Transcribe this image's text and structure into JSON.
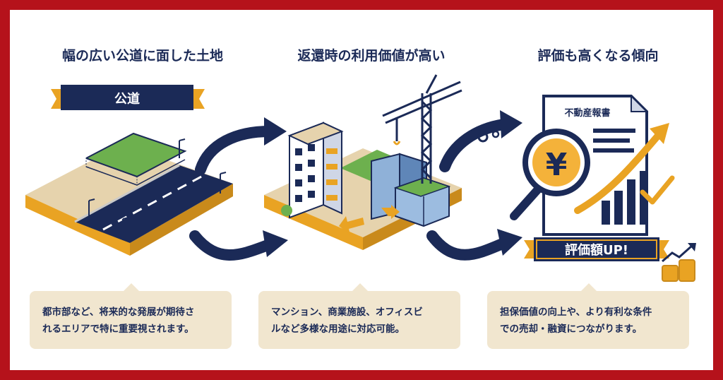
{
  "colors": {
    "frame": "#b5121b",
    "navy": "#1b2a57",
    "gold": "#e9a323",
    "beige": "#f1e6cf",
    "green": "#6db04e"
  },
  "columns": [
    {
      "title": "幅の広い公道に面した土地",
      "banner": "公道",
      "description_lines": [
        "都市部など、将来的な発展が期待さ",
        "れるエリアで特に重要視されます。"
      ]
    },
    {
      "title": "返還時の利用価値が高い",
      "description_lines": [
        "マンション、商業施設、オフィスビ",
        "ルなど多様な用途に対応可能。"
      ]
    },
    {
      "title": "評価も高くなる傾向",
      "report_title": "不動産報書",
      "yen_symbol": "¥",
      "badge": "評価額UP!",
      "description_lines": [
        "担保価値の向上や、より有利な条件",
        "での売却・融資につながります。"
      ]
    }
  ]
}
